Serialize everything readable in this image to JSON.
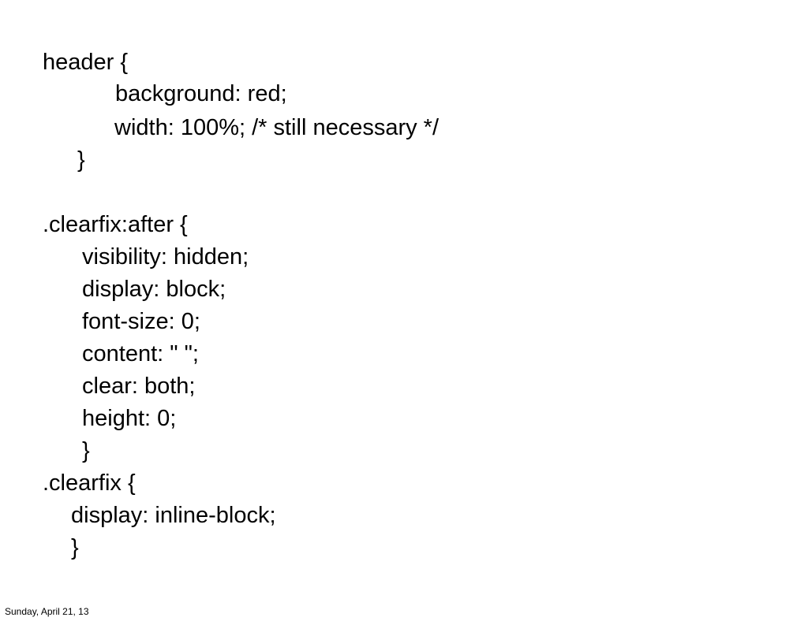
{
  "code": {
    "lines": [
      "header {",
      "background: red;",
      "width: 100%; /* still necessary */",
      "}",
      ".clearfix:after {",
      "visibility: hidden;",
      "display: block;",
      "font-size: 0;",
      "content: \" \";",
      "clear: both;",
      "height: 0;",
      "}",
      ".clearfix {",
      "display: inline-block;",
      "}"
    ]
  },
  "footer": {
    "date": "Sunday, April 21, 13"
  }
}
